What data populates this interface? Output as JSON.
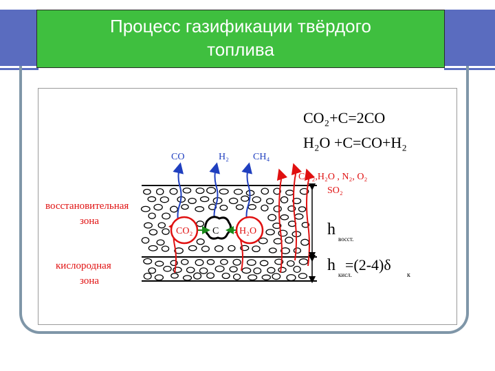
{
  "slide": {
    "title_line1": "Процесс газификации твёрдого",
    "title_line2": "топлива"
  },
  "figure": {
    "equation_1": "CO₂+C=2CO",
    "equation_2": "H₂O +C=CO+H₂",
    "top_products": [
      {
        "label": "CO",
        "color": "#1f3fbf"
      },
      {
        "label": "H₂",
        "color": "#1f3fbf"
      },
      {
        "label": "CH₄",
        "color": "#1f3fbf"
      }
    ],
    "right_products_line1": "CO₂,H₂O , N₂, O₂",
    "right_products_line2": "SO₂",
    "zone_reduction_line1": "восстановительная",
    "zone_reduction_line2": "зона",
    "zone_oxygen_line1": "кислородная",
    "zone_oxygen_line2": "зона",
    "circle_co2": "CO₂",
    "center_c": "C",
    "circle_h2o": "H₂O",
    "h_reduction": "h",
    "h_reduction_sub": "восст.",
    "h_oxygen": "h",
    "h_oxygen_sub": "кисл.",
    "h_oxygen_formula": "=(2-4)δ",
    "h_oxygen_formula_sub": "к",
    "colors": {
      "red": "#e01010",
      "blue": "#1f3fbf",
      "green": "#1a8a1a",
      "title_bg": "#3fbf3f",
      "accent": "#5a6cbf"
    }
  }
}
